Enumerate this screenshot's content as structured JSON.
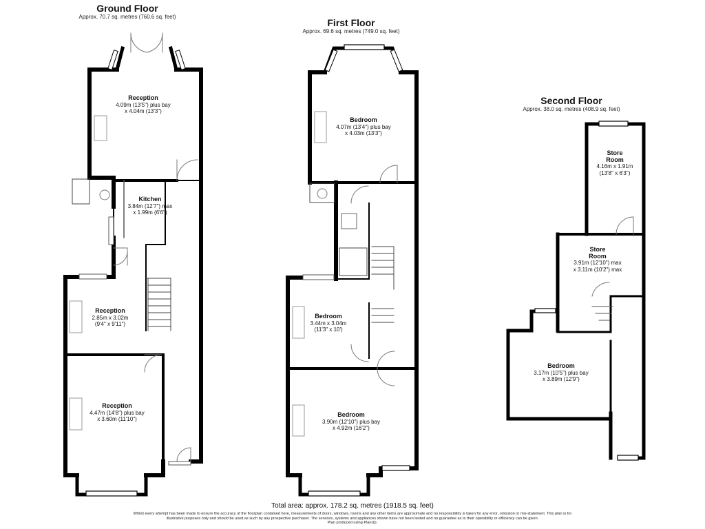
{
  "floors": {
    "ground": {
      "title": "Ground Floor",
      "area": "Approx. 70.7 sq. metres (760.6 sq. feet)"
    },
    "first": {
      "title": "First Floor",
      "area": "Approx. 69.6 sq. metres (749.0 sq. feet)"
    },
    "second": {
      "title": "Second Floor",
      "area": "Approx. 38.0 sq. metres (408.9 sq. feet)"
    }
  },
  "rooms": {
    "ground_reception_1": {
      "name": "Reception",
      "dims": [
        "4.09m (13'5\") plus bay",
        "x 4.04m (13'3\")"
      ]
    },
    "kitchen": {
      "name": "Kitchen",
      "dims": [
        "3.84m (12'7\") max",
        "x 1.99m (6'6\")"
      ]
    },
    "ground_reception_2": {
      "name": "Reception",
      "dims": [
        "2.85m x 3.02m",
        "(9'4\" x 9'11\")"
      ]
    },
    "ground_reception_3": {
      "name": "Reception",
      "dims": [
        "4.47m (14'8\") plus bay",
        "x 3.60m (11'10\")"
      ]
    },
    "first_bedroom_1": {
      "name": "Bedroom",
      "dims": [
        "4.07m (13'4\") plus bay",
        "x 4.03m (13'3\")"
      ]
    },
    "first_bedroom_2": {
      "name": "Bedroom",
      "dims": [
        "3.44m x 3.04m",
        "(11'3\" x 10')"
      ]
    },
    "first_bedroom_3": {
      "name": "Bedroom",
      "dims": [
        "3.90m (12'10\") plus bay",
        "x 4.92m (16'2\")"
      ]
    },
    "store_room_1": {
      "name_lines": [
        "Store",
        "Room"
      ],
      "dims": [
        "4.16m x 1.91m",
        "(13'8\" x 6'3\")"
      ]
    },
    "store_room_2": {
      "name_lines": [
        "Store",
        "Room"
      ],
      "dims": [
        "3.91m (12'10\") max",
        "x 3.11m (10'2\") max"
      ]
    },
    "second_bedroom": {
      "name": "Bedroom",
      "dims": [
        "3.17m (10'5\") plus bay",
        "x 3.89m (12'9\")"
      ]
    }
  },
  "footer": {
    "total": "Total area: approx. 178.2 sq. metres (1918.5 sq. feet)",
    "disclaimer": [
      "Whilst every attempt has been made to ensure the accuracy of the floorplan contained here, measurements of doors, windows, rooms and any other items are approximate and no responsibility is taken for any error, omission or mis-statement. This plan is for",
      "illustrative purposes only and should be used as such by any prospective purchaser. The services, systems and appliances shown have not been tested and no guarantee as to their operability or efficiency can be given.",
      "Plan produced using PlanUp."
    ]
  },
  "colors": {
    "wall": "#000000",
    "fixture": "#999999",
    "background": "#ffffff"
  }
}
